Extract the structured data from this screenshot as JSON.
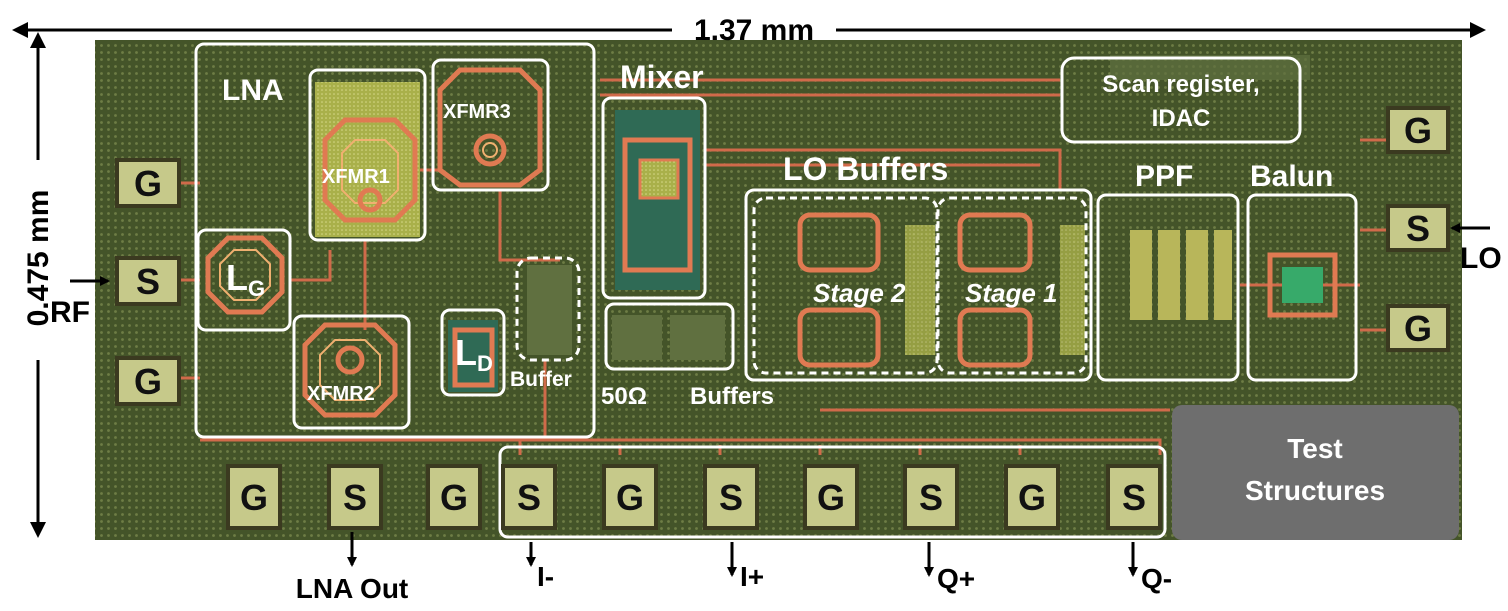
{
  "dimensions": {
    "width": "1.37 mm",
    "height": "0.475 mm"
  },
  "blocks": {
    "lna": "LNA",
    "xfmr1": "XFMR1",
    "xfmr2": "XFMR2",
    "xfmr3": "XFMR3",
    "lg_main": "L",
    "lg_sub": "G",
    "ld_main": "L",
    "ld_sub": "D",
    "buffer": "Buffer",
    "mixer": "Mixer",
    "fifty_ohm": "50Ω",
    "buffers": "Buffers",
    "lo_buffers": "LO Buffers",
    "stage2": "Stage 2",
    "stage1": "Stage 1",
    "ppf": "PPF",
    "balun": "Balun",
    "scan_line1": "Scan register,",
    "scan_line2": "IDAC",
    "test_line1": "Test",
    "test_line2": "Structures"
  },
  "pads": {
    "left": [
      "G",
      "S",
      "G"
    ],
    "right": [
      "G",
      "S",
      "G"
    ],
    "bottom": [
      "G",
      "S",
      "G",
      "S",
      "G",
      "S",
      "G",
      "S",
      "G",
      "S"
    ]
  },
  "ports": {
    "rf": "RF",
    "lo": "LO",
    "lna_out": "LNA Out",
    "i_minus": "I-",
    "i_plus": "I+",
    "q_plus": "Q+",
    "q_minus": "Q-"
  },
  "colors": {
    "die_background": "#4a5a2e",
    "pad_fill": "#c6c98a",
    "outline": "#ffffff",
    "metal_trace": "#d06a4a",
    "test_structures_box": "#6e6e6e"
  }
}
